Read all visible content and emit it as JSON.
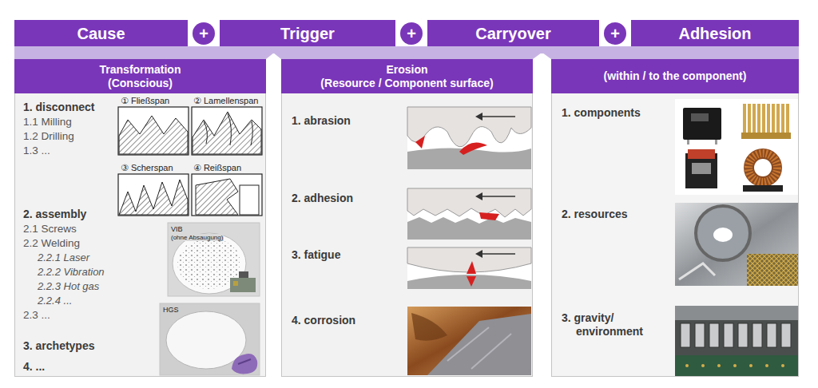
{
  "diagram": {
    "nodes": [
      {
        "text": [
          "Cause"
        ]
      },
      {
        "text": [
          "+"
        ]
      },
      {
        "text": [
          "Trigger"
        ]
      },
      {
        "text": [
          "+"
        ]
      },
      {
        "text": [
          "Carryover"
        ]
      },
      {
        "text": [
          "+"
        ]
      },
      {
        "text": [
          "Adhesion"
        ]
      },
      {
        "text": [
          "Transformation (Conscious)",
          "1. disconnect",
          "1.1 Milling",
          "1.2 Drilling",
          "1.3 ...",
          "2. assembly",
          "2.1 Screws",
          "2.2 Welding",
          "2.2.1 Laser",
          "2.2.2 Vibration",
          "2.2.3 Hot gas",
          "2.2.4 ...",
          "2.3 ...",
          "3. archetypes",
          "4. ..."
        ]
      },
      {
        "text": [
          "Erosion (Resource / Component surface)",
          "1. abrasion",
          "2. adhesion",
          "3. fatigue",
          "4. corrosion"
        ]
      },
      {
        "text": [
          "(within / to the component)",
          "1. components",
          "2. resources",
          "3. gravity/ environment"
        ]
      }
    ],
    "labels": [
      "① Fließspan",
      "② Lamellenspan",
      "③ Scherspan",
      "④ Reißspan",
      "VIB",
      "(ohne Absaugung)",
      "HGS"
    ]
  }
}
